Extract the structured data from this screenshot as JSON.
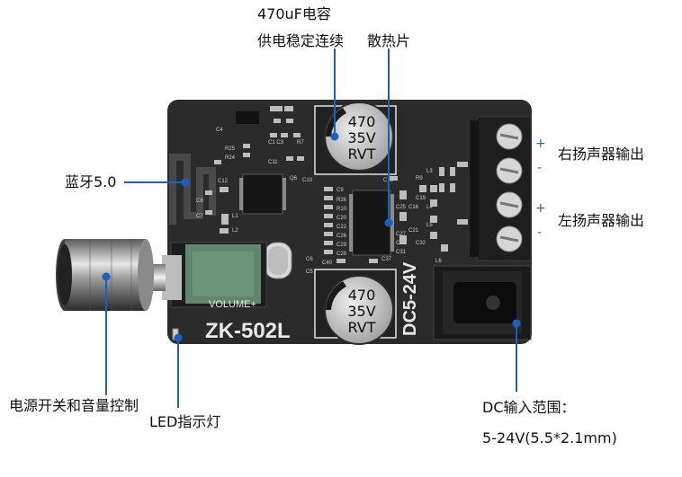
{
  "annotations": {
    "capacitor_spec": "470uF电容",
    "power_regulation": "供电稳定连续",
    "heatsink": "散热片",
    "bluetooth": "蓝牙5.0",
    "right_speaker": "右扬声器输出",
    "left_speaker": "左扬声器输出",
    "power_volume": "电源开关和音量控制",
    "led": "LED指示灯",
    "dc_input": "DC输入范围：",
    "dc_range": "5-24V(5.5*2.1mm)"
  },
  "board": {
    "model": "ZK-502L",
    "volume_label": "VOLUME+",
    "voltage_label": "DC5-24V",
    "cap_label": {
      "line1": "470",
      "line2": "35V",
      "line3": "RVT"
    },
    "terminal_polarity": [
      "+",
      "-",
      "+",
      "-"
    ],
    "silk_refs": [
      "C4",
      "R25",
      "R24",
      "C1",
      "C3",
      "R7",
      "C11",
      "C12",
      "C8",
      "C7",
      "L1",
      "L2",
      "C10",
      "C9",
      "R26",
      "R10",
      "C20",
      "C22",
      "C26",
      "C29",
      "C28",
      "C40",
      "C37",
      "C13",
      "C17",
      "C19",
      "L3",
      "L4",
      "L5",
      "L6",
      "R9",
      "C16",
      "C21",
      "C25",
      "C27",
      "C30",
      "C31",
      "C32",
      "C24",
      "C6",
      "C5",
      "Q6"
    ]
  },
  "colors": {
    "pcb": "#2b2b2b",
    "pointer": "#1f5fbf",
    "cap": "#bfbfbf",
    "terminal": "#1e1e1e",
    "pot_green": "#63856f"
  }
}
